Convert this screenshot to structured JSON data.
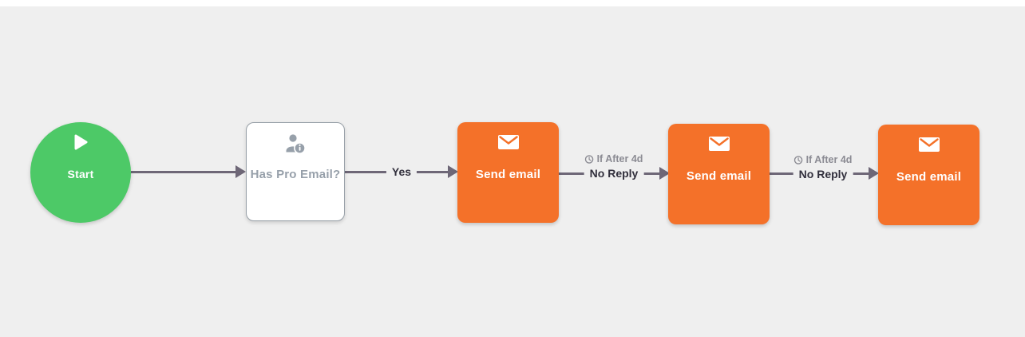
{
  "canvas": {
    "background": "#EFEFEF",
    "top_strip_color": "#FFFFFF"
  },
  "colors": {
    "start_green": "#4DC967",
    "email_orange": "#F47129",
    "connector_line": "#6E6777",
    "branch_label_text": "#312F3C",
    "wait_label_text": "#8B8B93",
    "condition_text": "#97A0AA",
    "condition_border": "#98A0A8"
  },
  "nodes": {
    "start": {
      "label": "Start",
      "icon": "play-icon"
    },
    "condition": {
      "label": "Has Pro Email?",
      "icon": "contact-info-icon"
    },
    "email_1": {
      "label": "Send email",
      "icon": "envelope-icon"
    },
    "email_2": {
      "label": "Send email",
      "icon": "envelope-icon"
    },
    "email_3": {
      "label": "Send email",
      "icon": "envelope-icon"
    }
  },
  "connectors": {
    "start_to_condition": {
      "label": ""
    },
    "condition_to_email_1": {
      "label": "Yes"
    },
    "email_1_to_email_2": {
      "icon": "clock-icon",
      "wait_label": "If After 4d",
      "branch_label": "No Reply"
    },
    "email_2_to_email_3": {
      "icon": "clock-icon",
      "wait_label": "If After 4d",
      "branch_label": "No Reply"
    }
  }
}
